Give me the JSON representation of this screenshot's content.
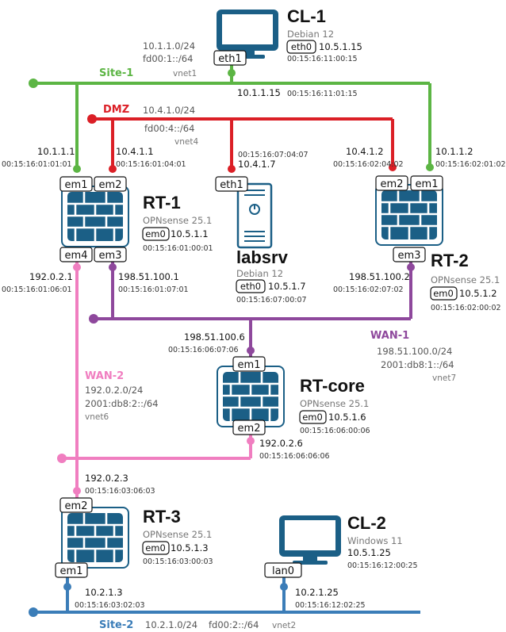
{
  "networks": {
    "site1": {
      "name": "Site-1",
      "cidr4": "10.1.1.0/24",
      "cidr6": "fd00:1::/64",
      "vnet": "vnet1",
      "color": "#5cb544"
    },
    "dmz": {
      "name": "DMZ",
      "cidr4": "10.4.1.0/24",
      "cidr6": "fd00:4::/64",
      "vnet": "vnet4",
      "color": "#db1f26"
    },
    "wan1": {
      "name": "WAN-1",
      "cidr4": "198.51.100.0/24",
      "cidr6": "2001:db8:1::/64",
      "vnet": "vnet7",
      "color": "#8e489c"
    },
    "wan2": {
      "name": "WAN-2",
      "cidr4": "192.0.2.0/24",
      "cidr6": "2001:db8:2::/64",
      "vnet": "vnet6",
      "color": "#f07ec0"
    },
    "site2": {
      "name": "Site-2",
      "cidr4": "10.2.1.0/24",
      "cidr6": "fd00:2::/64",
      "vnet": "vnet2",
      "color": "#3b7db8"
    }
  },
  "nodes": {
    "cl1": {
      "name": "CL-1",
      "os": "Debian 12",
      "mgmt_if": "eth0",
      "mgmt_ip": "10.5.1.15",
      "mgmt_mac": "00:15:16:11:00:15",
      "if1": "eth1",
      "if1_ip": "10.1.1.15",
      "if1_mac": "00:15:16:11:01:15",
      "icon": "monitor-icon"
    },
    "rt1": {
      "name": "RT-1",
      "os": "OPNsense 25.1",
      "mgmt_if": "em0",
      "mgmt_ip": "10.5.1.1",
      "mgmt_mac": "00:15:16:01:00:01",
      "em1": "em1",
      "em1_ip": "10.1.1.1",
      "em1_mac": "00:15:16:01:01:01",
      "em2": "em2",
      "em2_ip": "10.4.1.1",
      "em2_mac": "00:15:16:01:04:01",
      "em3": "em3",
      "em3_ip": "198.51.100.1",
      "em3_mac": "00:15:16:01:07:01",
      "em4": "em4",
      "em4_ip": "192.0.2.1",
      "em4_mac": "00:15:16:01:06:01",
      "icon": "firewall-icon"
    },
    "labsrv": {
      "name": "labsrv",
      "os": "Debian 12",
      "mgmt_if": "eth0",
      "mgmt_ip": "10.5.1.7",
      "mgmt_mac": "00:15:16:07:00:07",
      "if1": "eth1",
      "if1_ip": "10.4.1.7",
      "if1_mac": "00:15:16:07:04:07",
      "icon": "server-icon"
    },
    "rt2": {
      "name": "RT-2",
      "os": "OPNsense 25.1",
      "mgmt_if": "em0",
      "mgmt_ip": "10.5.1.2",
      "mgmt_mac": "00:15:16:02:00:02",
      "em1": "em1",
      "em1_ip": "10.1.1.2",
      "em1_mac": "00:15:16:02:01:02",
      "em2": "em2",
      "em2_ip": "10.4.1.2",
      "em2_mac": "00:15:16:02:04:02",
      "em3": "em3",
      "em3_ip": "198.51.100.2",
      "em3_mac": "00:15:16:02:07:02",
      "icon": "firewall-icon"
    },
    "rtcore": {
      "name": "RT-core",
      "os": "OPNsense 25.1",
      "mgmt_if": "em0",
      "mgmt_ip": "10.5.1.6",
      "mgmt_mac": "00:15:16:06:00:06",
      "em1": "em1",
      "em1_ip": "198.51.100.6",
      "em1_mac": "00:15:16:06:07:06",
      "em2": "em2",
      "em2_ip": "192.0.2.6",
      "em2_mac": "00:15:16:06:06:06",
      "icon": "firewall-icon"
    },
    "rt3": {
      "name": "RT-3",
      "os": "OPNsense 25.1",
      "mgmt_if": "em0",
      "mgmt_ip": "10.5.1.3",
      "mgmt_mac": "00:15:16:03:00:03",
      "em2": "em2",
      "em2_ip": "192.0.2.3",
      "em2_mac": "00:15:16:03:06:03",
      "em1": "em1",
      "em1_ip": "10.2.1.3",
      "em1_mac": "00:15:16:03:02:03",
      "icon": "firewall-icon"
    },
    "cl2": {
      "name": "CL-2",
      "os": "Windows 11",
      "mgmt_ip": "10.5.1.25",
      "mgmt_mac": "00:15:16:12:00:25",
      "if1": "lan0",
      "if1_ip": "10.2.1.25",
      "if1_mac": "00:15:16:12:02:25",
      "icon": "monitor-icon"
    }
  },
  "colors": {
    "device": "#1b5f86",
    "site1": "#5cb544",
    "dmz": "#db1f26",
    "wan1": "#8e489c",
    "wan2": "#f07ec0",
    "site2": "#3b7db8"
  }
}
